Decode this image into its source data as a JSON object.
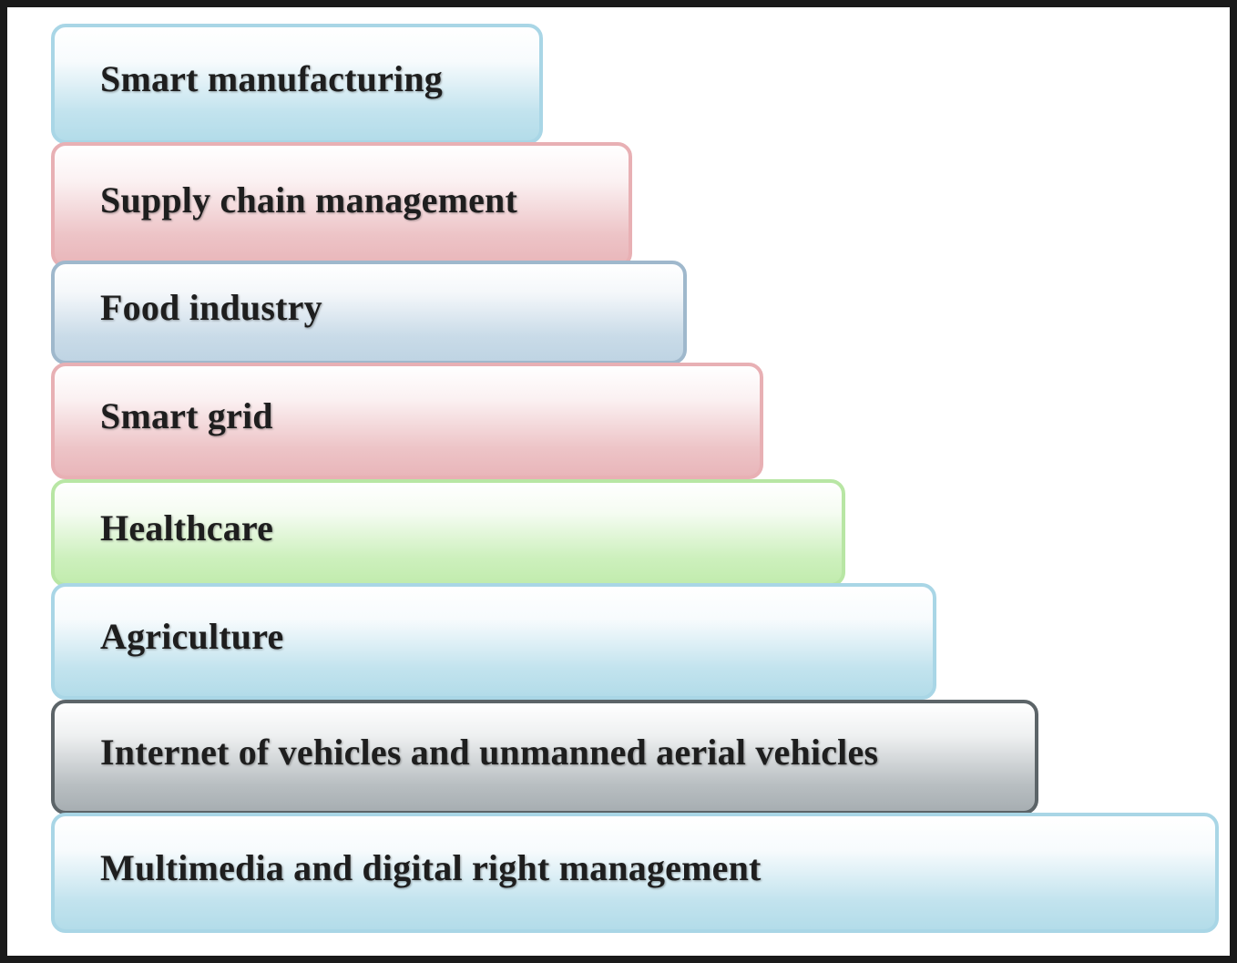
{
  "diagram": {
    "items": [
      {
        "label": "Smart manufacturing",
        "color": "#b3dce9"
      },
      {
        "label": "Supply chain management",
        "color": "#e9b6ba"
      },
      {
        "label": "Food industry",
        "color": "#bfd4e3"
      },
      {
        "label": "Smart grid",
        "color": "#e9b6ba"
      },
      {
        "label": "Healthcare",
        "color": "#c2ecae"
      },
      {
        "label": "Agriculture",
        "color": "#b3dce9"
      },
      {
        "label": "Internet of vehicles and unmanned aerial vehicles",
        "color": "#a7aeb2"
      },
      {
        "label": "Multimedia and digital right management",
        "color": "#b3dce9"
      }
    ]
  }
}
